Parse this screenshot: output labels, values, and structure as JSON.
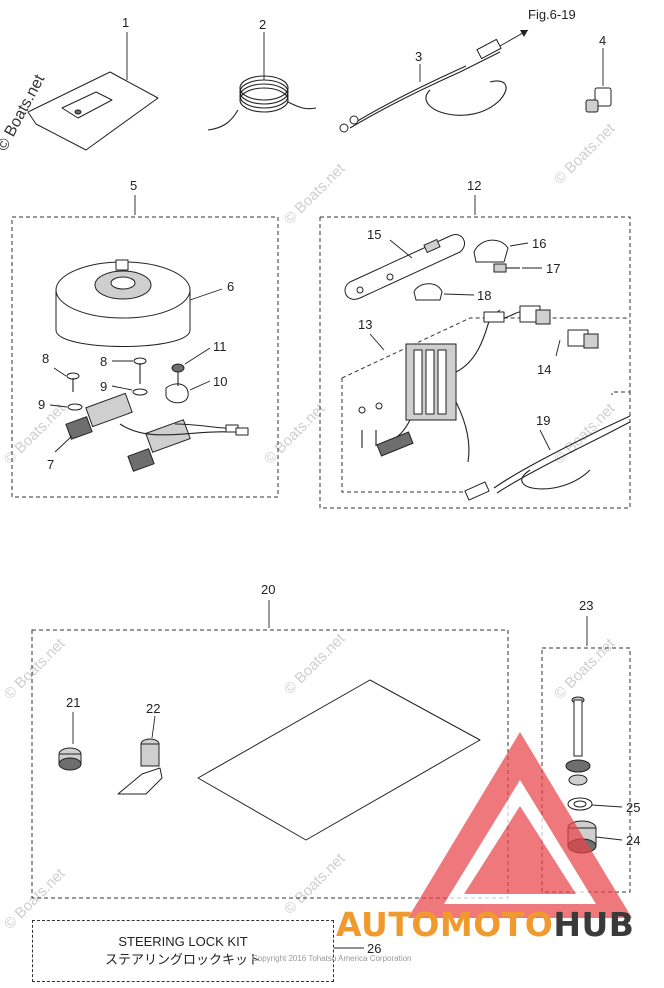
{
  "site_watermark": "© Boats.net",
  "ref_label": "Fig.6-19",
  "callouts": [
    "1",
    "2",
    "3",
    "4",
    "5",
    "6",
    "7",
    "8",
    "8",
    "9",
    "9",
    "10",
    "11",
    "12",
    "13",
    "14",
    "15",
    "16",
    "17",
    "18",
    "19",
    "20",
    "21",
    "22",
    "23",
    "24",
    "25",
    "26"
  ],
  "kit_label": {
    "line1": "STEERING LOCK KIT",
    "line2": "ステアリングロックキット"
  },
  "copyright": "Copyright 2016 Tohatsu America Corporation",
  "brand": {
    "part1": "AUTOMOTO",
    "part2": "HUB"
  },
  "colors": {
    "brand_orange": "#f09a2e",
    "brand_dark": "#3a3a3a",
    "logo_red": "#e8454a"
  }
}
